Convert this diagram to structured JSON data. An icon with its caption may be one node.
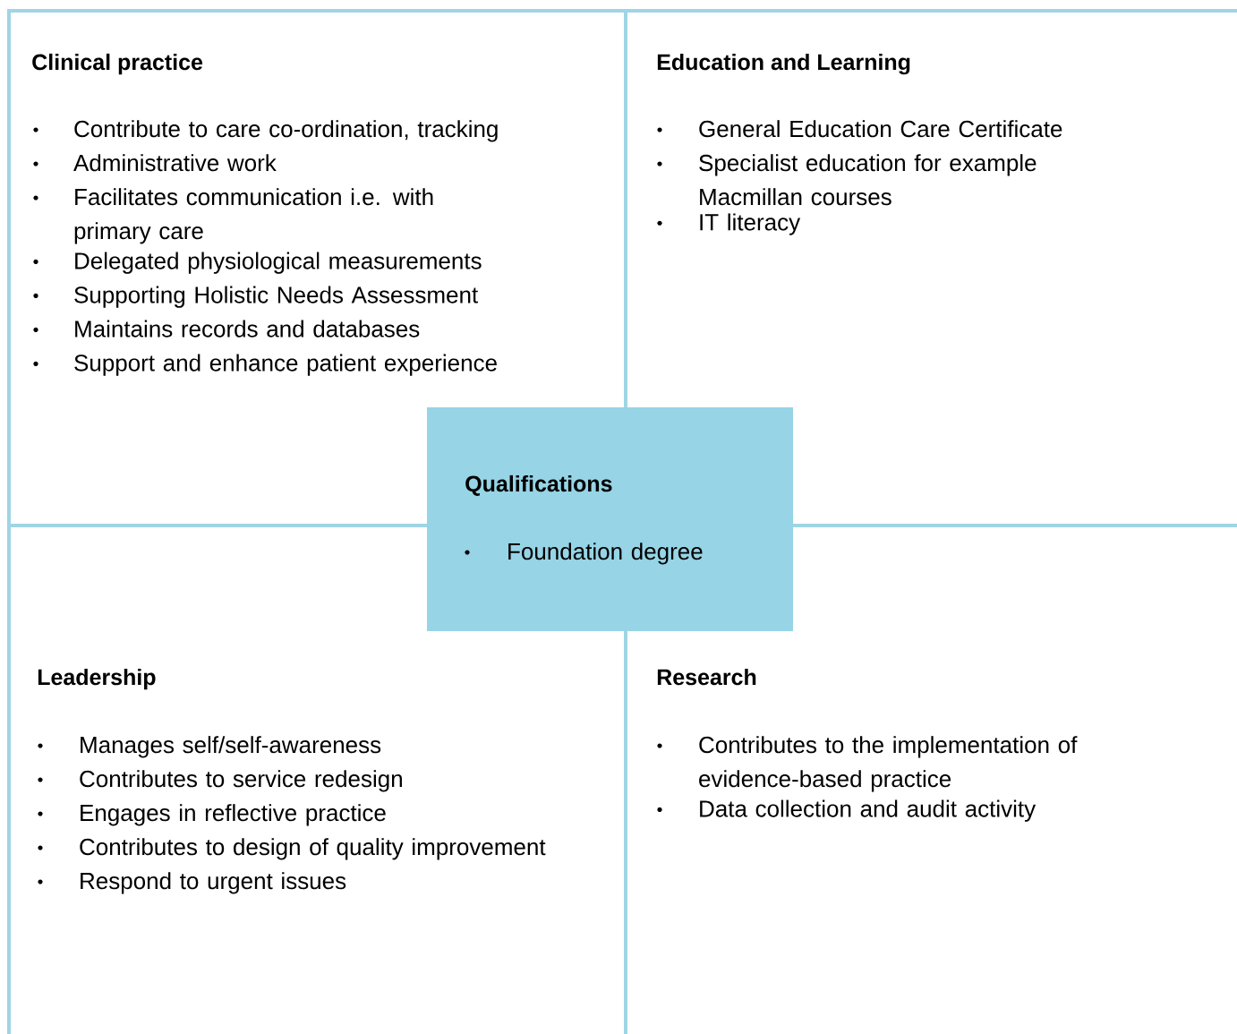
{
  "diagram": {
    "nodes": [
      {
        "text": [
          "Clinical practice",
          "Contribute to care co-ordination, tracking",
          "Administrative work",
          "Facilitates communication i.e. with primary care",
          "Delegated physiological measurements",
          "Supporting Holistic Needs Assessment",
          "Maintains records and databases",
          "Support and enhance patient experience"
        ]
      },
      {
        "text": [
          "Education and Learning",
          "General Education Care Certificate",
          "Specialist education for example Macmillan courses",
          "IT literacy"
        ]
      },
      {
        "text": [
          "Qualifications",
          "Foundation degree"
        ]
      },
      {
        "text": [
          "Leadership",
          "Manages self/self-awareness",
          "Contributes to service redesign",
          "Engages in reflective practice",
          "Contributes to design of quality improvement",
          "Respond to urgent issues"
        ]
      },
      {
        "text": [
          "Research",
          "Contributes to the implementation of evidence-based practice",
          "Data collection and audit activity"
        ]
      }
    ]
  }
}
